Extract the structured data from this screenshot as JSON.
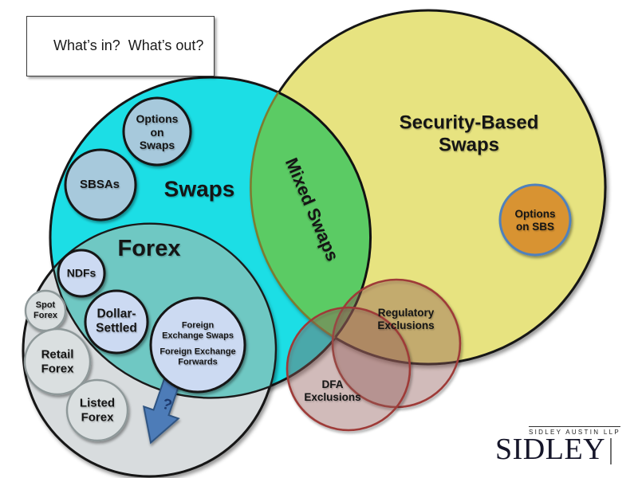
{
  "slide": {
    "title": "What’s in?  What’s out?"
  },
  "venn": {
    "swaps": {
      "label": "Swaps",
      "fill": "#1FDEE5"
    },
    "security_based_swaps": {
      "label": "Security-Based Swaps",
      "fill": "#E7E380"
    },
    "mixed_swaps": {
      "label": "Mixed Swaps",
      "fill": "#5BCB64",
      "border_left": "#121212",
      "border_right": "#7E7C2F"
    },
    "forex": {
      "label": "Forex",
      "fill_outside_swaps": "#D8DCDE",
      "fill_inside_swaps": "#6FC8C3"
    },
    "options_on_swaps": {
      "label": "Options on Swaps",
      "fill": "#A7C9DC"
    },
    "sbsas": {
      "label": "SBSAs",
      "fill": "#A7C9DC"
    },
    "ndfs": {
      "label": "NDFs",
      "fill": "#CCDAF2"
    },
    "dollar_settled": {
      "label": "Dollar-Settled",
      "fill": "#CCDAF2"
    },
    "fx_swaps_forwards": {
      "label_top": "Foreign\nExchange Swaps",
      "label_bottom": "Foreign Exchange\nForwards",
      "fill": "#CCDAF2"
    },
    "spot_forex": {
      "label": "Spot Forex",
      "fill": "#DADFE0"
    },
    "retail_forex": {
      "label": "Retail Forex",
      "fill": "#DADFE0"
    },
    "listed_forex": {
      "label": "Listed Forex",
      "fill": "#DADFE0"
    },
    "options_on_sbs": {
      "label": "Options on SBS",
      "fill": "#D89332",
      "border": "#4F81BD"
    },
    "regulatory_exclusions": {
      "label": "Regulatory Exclusions",
      "fill": "rgba(158,98,94,0.32)",
      "border": "#9E3B38"
    },
    "dfa_exclusions": {
      "label": "DFA Exclusions",
      "fill": "rgba(158,98,94,0.32)",
      "border": "#9E3B38"
    },
    "arrow": {
      "label": "?",
      "fill": "#4E7CB8"
    }
  },
  "logo": {
    "firm_line": "SIDLEY AUSTIN LLP",
    "wordmark": "SIDLEY"
  }
}
